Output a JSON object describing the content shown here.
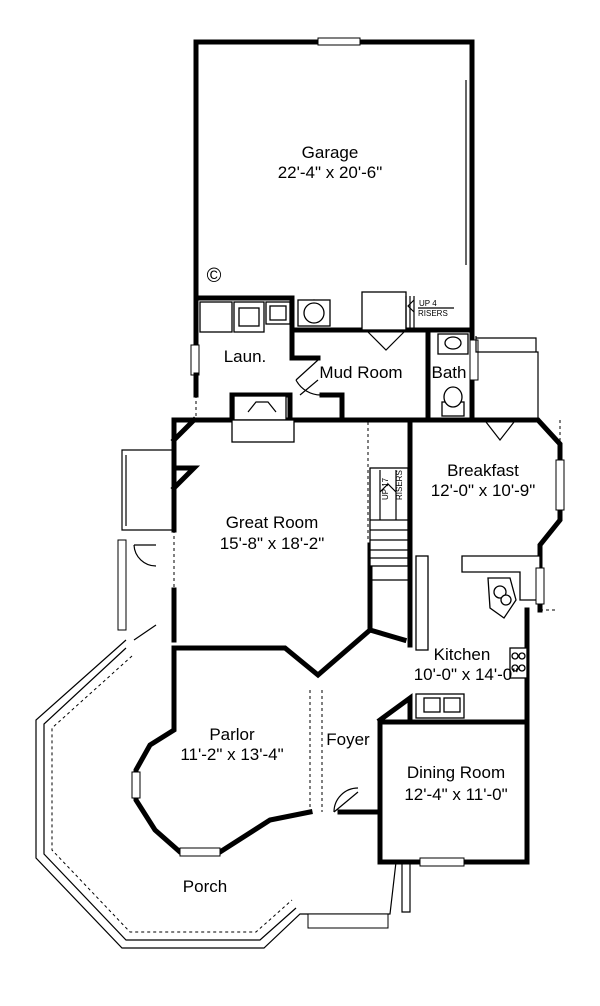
{
  "copyright_symbol": "©",
  "rooms": {
    "garage": {
      "name": "Garage",
      "size": "22'-4\" x 20'-6\""
    },
    "laundry": {
      "name": "Laun."
    },
    "mud_room": {
      "name": "Mud Room"
    },
    "bath": {
      "name": "Bath"
    },
    "breakfast": {
      "name": "Breakfast",
      "size": "12'-0\" x 10'-9\""
    },
    "great_room": {
      "name": "Great Room",
      "size": "15'-8\" x 18'-2\""
    },
    "kitchen": {
      "name": "Kitchen",
      "size": "10'-0\" x 14'-0\""
    },
    "parlor": {
      "name": "Parlor",
      "size": "11'-2\" x 13'-4\""
    },
    "foyer": {
      "name": "Foyer"
    },
    "dining": {
      "name": "Dining Room",
      "size": "12'-4\" x 11'-0\""
    },
    "porch": {
      "name": "Porch"
    }
  },
  "stairs": {
    "garage_steps": {
      "line1": "UP 4",
      "line2": "RISERS"
    },
    "main_stair": {
      "line1": "UP 17",
      "line2": "RISERS"
    }
  }
}
